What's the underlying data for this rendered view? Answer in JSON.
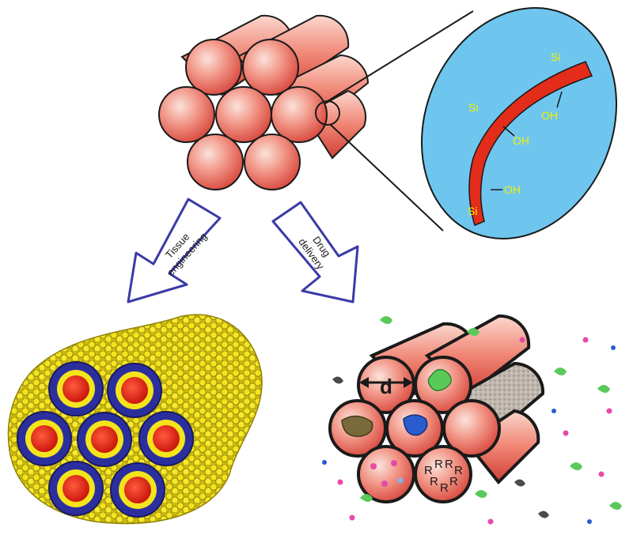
{
  "colors": {
    "tube_light": "#f9d3c8",
    "tube_mid": "#f08a7a",
    "tube_dark": "#d6463c",
    "outline": "#1a1a1a",
    "zoom_fill": "#6ec6ef",
    "wall_red": "#e32c1a",
    "chem_text": "#f4f000",
    "arrow_stroke": "#3a3aa6",
    "bead_yellow": "#f4e41c",
    "ring_blue": "#2b2f9e",
    "core_red": "#e21d12",
    "protein_green": "#5ac95a"
  },
  "zoom_labels": {
    "si_top": "Si",
    "si_left": "Si",
    "si_bottom": "Si",
    "oh_upper": "OH",
    "oh_middle": "OH",
    "oh_lower": "OH"
  },
  "arrows": {
    "left_line1": "Tissue",
    "left_line2": "engineering",
    "right_line1": "Drug",
    "right_line2": "delivery"
  },
  "drug_panel": {
    "diameter_label": "d",
    "grafted_group": "R"
  }
}
